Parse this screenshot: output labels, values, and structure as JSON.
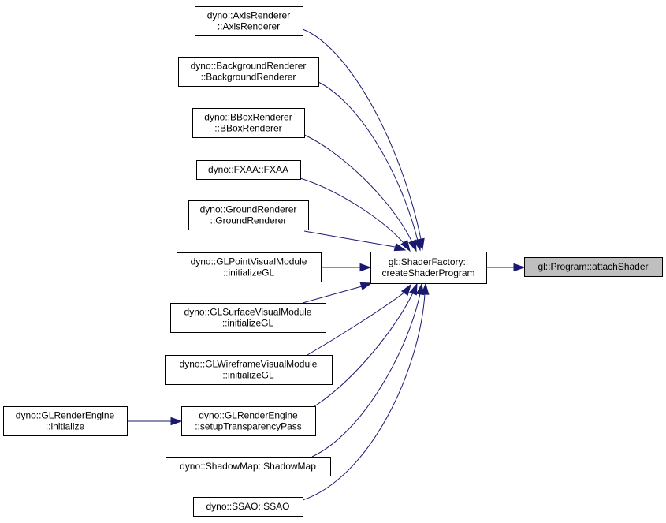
{
  "graph": {
    "edge_color": "#191970",
    "root_fill": "#bfbfbf",
    "nodes": [
      {
        "id": "axis",
        "lines": [
          "dyno::AxisRenderer",
          "::AxisRenderer"
        ]
      },
      {
        "id": "background",
        "lines": [
          "dyno::BackgroundRenderer",
          "::BackgroundRenderer"
        ]
      },
      {
        "id": "bbox",
        "lines": [
          "dyno::BBoxRenderer",
          "::BBoxRenderer"
        ]
      },
      {
        "id": "fxaa",
        "lines": [
          "dyno::FXAA::FXAA"
        ]
      },
      {
        "id": "ground",
        "lines": [
          "dyno::GroundRenderer",
          "::GroundRenderer"
        ]
      },
      {
        "id": "glpoint",
        "lines": [
          "dyno::GLPointVisualModule",
          "::initializeGL"
        ]
      },
      {
        "id": "glsurface",
        "lines": [
          "dyno::GLSurfaceVisualModule",
          "::initializeGL"
        ]
      },
      {
        "id": "glwireframe",
        "lines": [
          "dyno::GLWireframeVisualModule",
          "::initializeGL"
        ]
      },
      {
        "id": "renderengine_init",
        "lines": [
          "dyno::GLRenderEngine",
          "::initialize"
        ]
      },
      {
        "id": "renderengine_transp",
        "lines": [
          "dyno::GLRenderEngine",
          "::setupTransparencyPass"
        ]
      },
      {
        "id": "shadowmap",
        "lines": [
          "dyno::ShadowMap::ShadowMap"
        ]
      },
      {
        "id": "ssao",
        "lines": [
          "dyno::SSAO::SSAO"
        ]
      },
      {
        "id": "factory",
        "lines": [
          "gl::ShaderFactory::",
          "createShaderProgram"
        ]
      },
      {
        "id": "attach",
        "lines": [
          "gl::Program::attachShader"
        ],
        "root": true
      }
    ],
    "edges": [
      {
        "from": "axis",
        "to": "factory"
      },
      {
        "from": "background",
        "to": "factory"
      },
      {
        "from": "bbox",
        "to": "factory"
      },
      {
        "from": "fxaa",
        "to": "factory"
      },
      {
        "from": "ground",
        "to": "factory"
      },
      {
        "from": "glpoint",
        "to": "factory"
      },
      {
        "from": "glsurface",
        "to": "factory"
      },
      {
        "from": "glwireframe",
        "to": "factory"
      },
      {
        "from": "renderengine_transp",
        "to": "factory"
      },
      {
        "from": "shadowmap",
        "to": "factory"
      },
      {
        "from": "ssao",
        "to": "factory"
      },
      {
        "from": "renderengine_init",
        "to": "renderengine_transp"
      },
      {
        "from": "factory",
        "to": "attach"
      }
    ]
  }
}
